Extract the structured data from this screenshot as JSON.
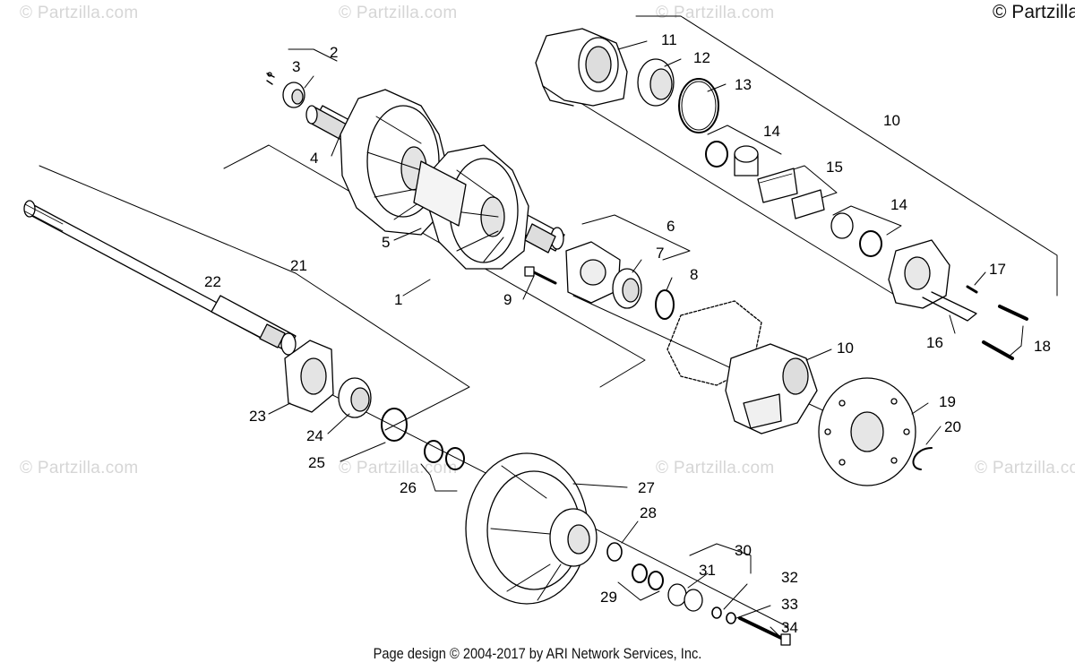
{
  "copyright_corner": "© Partzilla",
  "watermark_text": "© Partzilla.com",
  "footer": "Page design © 2004-2017 by ARI Network Services, Inc.",
  "callouts": [
    "1",
    "2",
    "3",
    "4",
    "5",
    "6",
    "7",
    "8",
    "9",
    "10",
    "10",
    "11",
    "12",
    "13",
    "14",
    "14",
    "15",
    "16",
    "17",
    "18",
    "19",
    "20",
    "21",
    "22",
    "23",
    "24",
    "25",
    "26",
    "27",
    "28",
    "29",
    "30",
    "31",
    "32",
    "33",
    "34"
  ],
  "colors": {
    "line": "#000000",
    "part_fill": "#ffffff",
    "shade": "#cfcfcf",
    "watermark": "#d6d6d6"
  }
}
